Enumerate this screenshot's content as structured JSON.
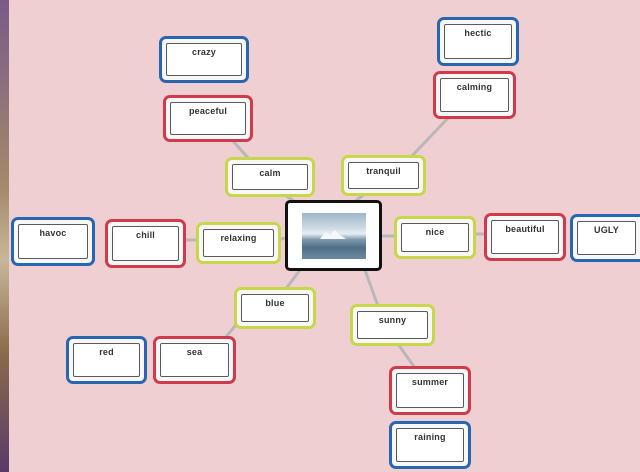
{
  "diagram": {
    "center_image": "winter-lake-image",
    "colors": {
      "blue": "#2a66b0",
      "red": "#cf3b4a",
      "green": "#c8d64a",
      "link": "#b8b8b8",
      "background": "#f0cfd2"
    },
    "words": {
      "crazy": "crazy",
      "hectic": "hectic",
      "peaceful": "peaceful",
      "calming": "calming",
      "calm": "calm",
      "tranquil": "tranquil",
      "havoc": "havoc",
      "chill": "chill",
      "relaxing": "relaxing",
      "nice": "nice",
      "beautiful": "beautiful",
      "ugly": "UGLY",
      "blue": "blue",
      "sunny": "sunny",
      "red": "red",
      "sea": "sea",
      "summer": "summer",
      "raining": "raining"
    }
  }
}
